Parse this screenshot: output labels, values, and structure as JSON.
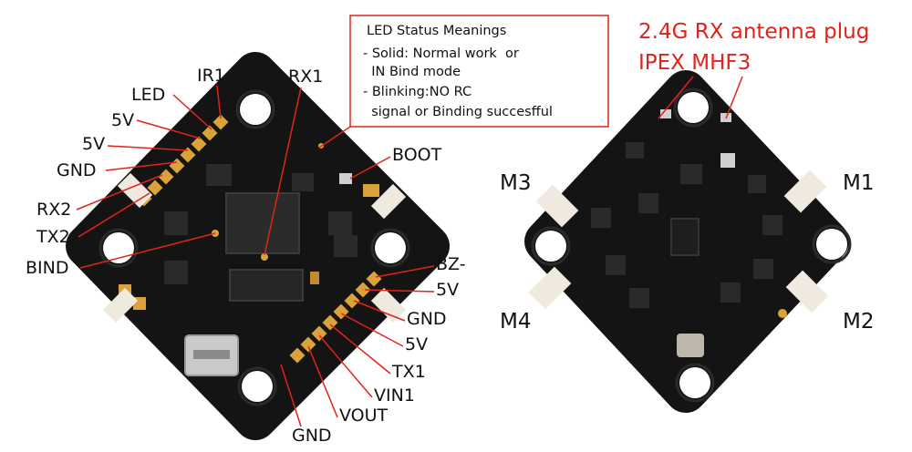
{
  "colors": {
    "accent": "#e0231b",
    "board": "#141414",
    "pad": "#d9a23a",
    "connector": "#efe9df"
  },
  "status_box": {
    "title": "LED Status Meanings",
    "lines": [
      "- Solid: Normal work  or",
      "  IN Bind mode",
      "- Blinking:NO RC",
      "  signal or Binding succesfful"
    ]
  },
  "antenna": {
    "line1": "2.4G RX antenna plug",
    "line2": "IPEX MHF3"
  },
  "left_labels": [
    "IR1",
    "LED",
    "5V",
    "5V",
    "GND",
    "RX2",
    "TX2",
    "BIND"
  ],
  "top_labels": [
    "RX1"
  ],
  "right_labels": [
    "BOOT",
    "BZ-",
    "5V",
    "GND",
    "5V",
    "TX1",
    "VIN1",
    "VOUT",
    "GND"
  ],
  "motor_labels": [
    "M1",
    "M2",
    "M3",
    "M4"
  ],
  "icons": [
    "board-front",
    "board-back"
  ]
}
